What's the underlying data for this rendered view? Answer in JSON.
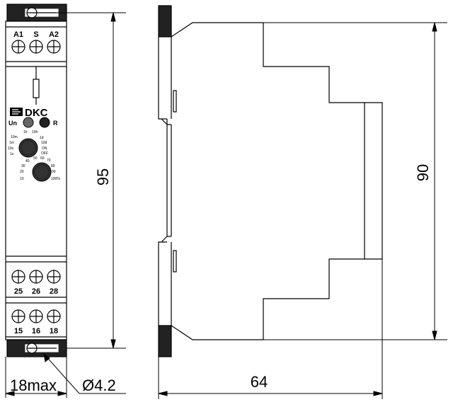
{
  "front_view": {
    "top_terminals": [
      "A1",
      "S",
      "A2"
    ],
    "brand": "DKC",
    "indicator_un": "Un",
    "indicator_r": "R",
    "time_dial_labels": [
      "1h",
      "10h",
      "10m",
      "1d",
      "1m",
      "10d",
      "10s",
      "ON",
      "1s",
      "OFF"
    ],
    "percent_dial_labels": [
      "40",
      "50",
      "60",
      "70",
      "30",
      "80",
      "20",
      "90",
      "10",
      "100%"
    ],
    "mid_terminals": [
      "25",
      "26",
      "28"
    ],
    "bottom_terminals": [
      "15",
      "16",
      "18"
    ]
  },
  "dimensions": {
    "height_front": "95",
    "width_front": "18max",
    "hole_diameter": "Ø4.2",
    "height_side": "90",
    "depth_side": "64"
  }
}
